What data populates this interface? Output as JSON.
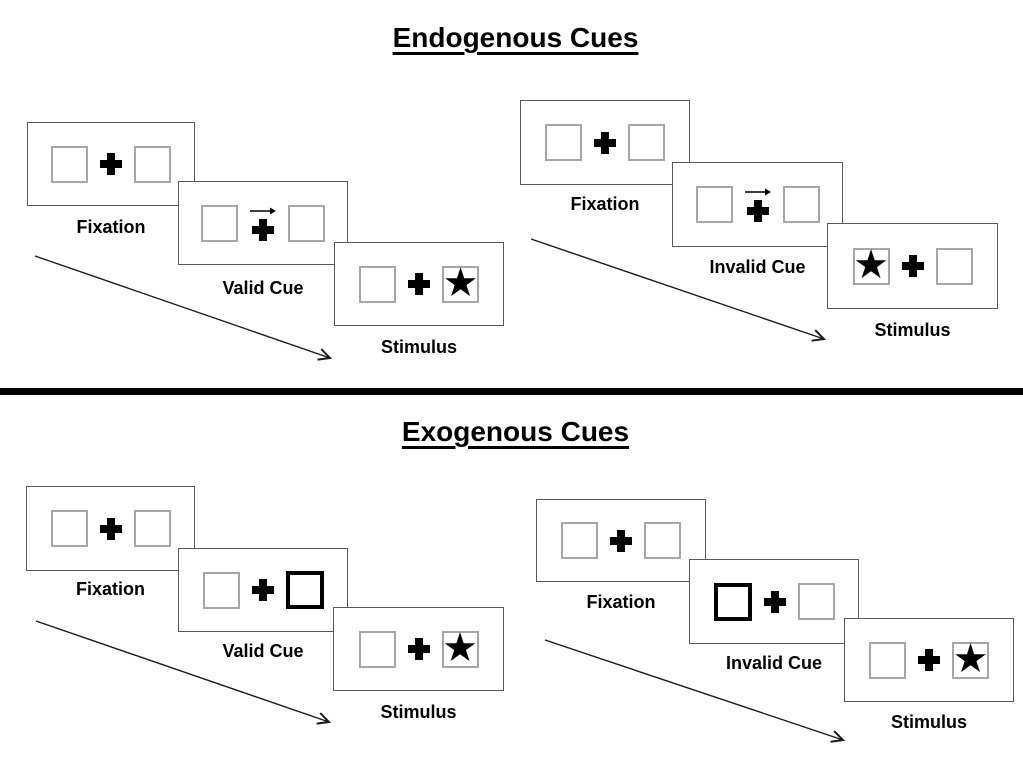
{
  "colors": {
    "background": "#ffffff",
    "panel_border": "#595959",
    "box_border": "#a6a6a6",
    "ink": "#000000"
  },
  "sections": {
    "endogenous": {
      "title": "Endogenous Cues",
      "valid": {
        "fixation": {
          "label": "Fixation"
        },
        "cue": {
          "label": "Valid Cue",
          "cue_kind": "central-right-arrow-above-cross",
          "arrow_icon": "right-arrow"
        },
        "stimulus": {
          "label": "Stimulus",
          "star_side": "right",
          "star_glyph": "★"
        }
      },
      "invalid": {
        "fixation": {
          "label": "Fixation"
        },
        "cue": {
          "label": "Invalid Cue",
          "cue_kind": "central-right-arrow-above-cross",
          "arrow_icon": "right-arrow"
        },
        "stimulus": {
          "label": "Stimulus",
          "star_side": "left",
          "star_glyph": "★"
        }
      }
    },
    "exogenous": {
      "title": "Exogenous Cues",
      "valid": {
        "fixation": {
          "label": "Fixation"
        },
        "cue": {
          "label": "Valid Cue",
          "cue_kind": "peripheral-bold-box",
          "bold_box_side": "right"
        },
        "stimulus": {
          "label": "Stimulus",
          "star_side": "right",
          "star_glyph": "★"
        }
      },
      "invalid": {
        "fixation": {
          "label": "Fixation"
        },
        "cue": {
          "label": "Invalid Cue",
          "cue_kind": "peripheral-bold-box",
          "bold_box_side": "left"
        },
        "stimulus": {
          "label": "Stimulus",
          "star_side": "right",
          "star_glyph": "★"
        }
      }
    }
  }
}
